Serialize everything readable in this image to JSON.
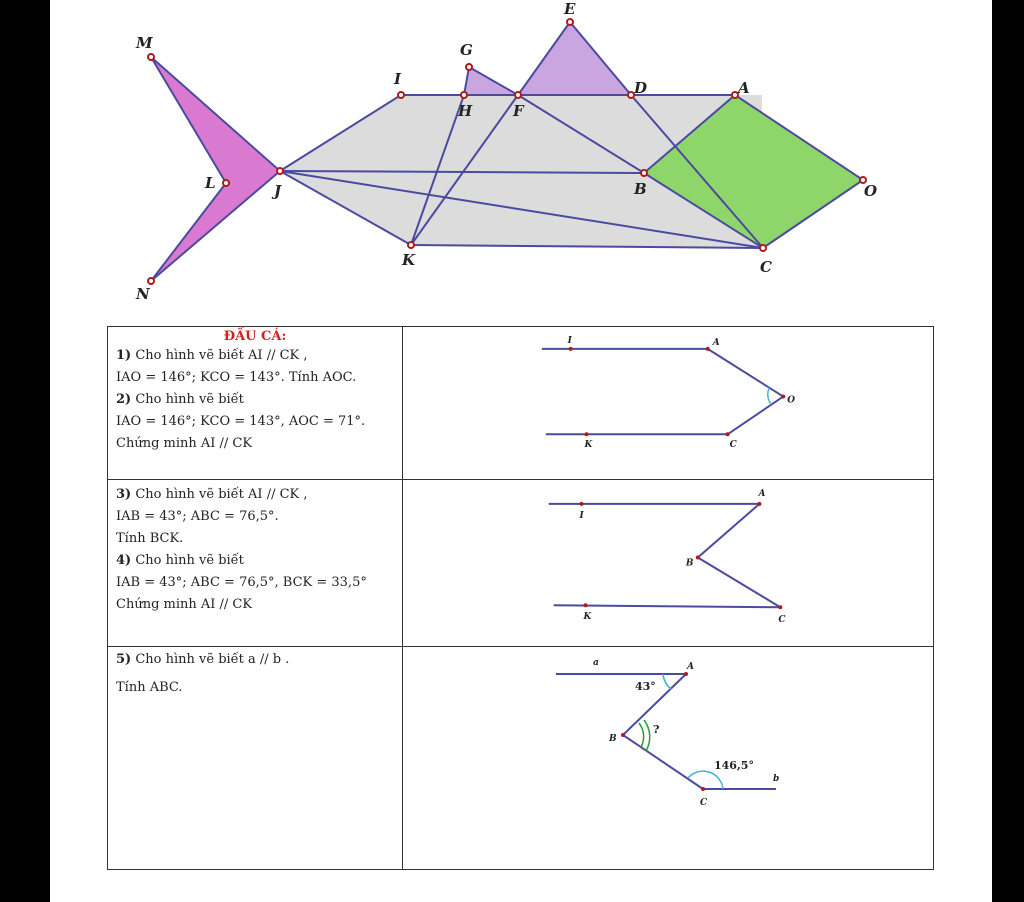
{
  "fish_points": [
    "M",
    "E",
    "G",
    "I",
    "H",
    "F",
    "D",
    "A",
    "L",
    "J",
    "B",
    "O",
    "K",
    "C",
    "N"
  ],
  "table": {
    "title": "ĐẦU CÁ:",
    "row1": [
      {
        "num": "1)",
        "text": "Cho hình vẽ biết AI // CK ,"
      },
      {
        "text": "IAO = 146°; KCO = 143°. Tính AOC."
      },
      {
        "num": "2)",
        "text": "Cho hình vẽ biết"
      },
      {
        "text": "IAO = 146°; KCO = 143°, AOC = 71°."
      },
      {
        "text": "Chứng minh AI // CK"
      }
    ],
    "row2": [
      {
        "num": "3)",
        "text": "Cho hình vẽ biết AI // CK ,"
      },
      {
        "text": "IAB = 43°; ABC = 76,5°."
      },
      {
        "text": "Tính BCK."
      },
      {
        "num": "4)",
        "text": "Cho hình vẽ biết"
      },
      {
        "text": "IAB = 43°; ABC = 76,5°, BCK = 33,5°"
      },
      {
        "text": "Chứng minh AI // CK"
      }
    ],
    "row3": [
      {
        "num": "5)",
        "text": "Cho hình vẽ biết a // b ."
      },
      {
        "text": "Tính ABC."
      }
    ]
  },
  "fig1": {
    "labels": [
      "I",
      "A",
      "O",
      "K",
      "C"
    ]
  },
  "fig2": {
    "labels": [
      "A",
      "I",
      "B",
      "K",
      "C"
    ]
  },
  "fig3": {
    "labels": [
      "a",
      "A",
      "B",
      "C",
      "b"
    ],
    "angle_a": "43°",
    "angle_b": "?",
    "angle_c": "146,5°"
  },
  "colors": {
    "tail": "#d97ad0",
    "body": "#dcdcdc",
    "fin": "#c9a6e0",
    "head": "#8ed66a",
    "line": "#4a4aa0",
    "point": "#b01a1a",
    "title": "#d42020"
  }
}
